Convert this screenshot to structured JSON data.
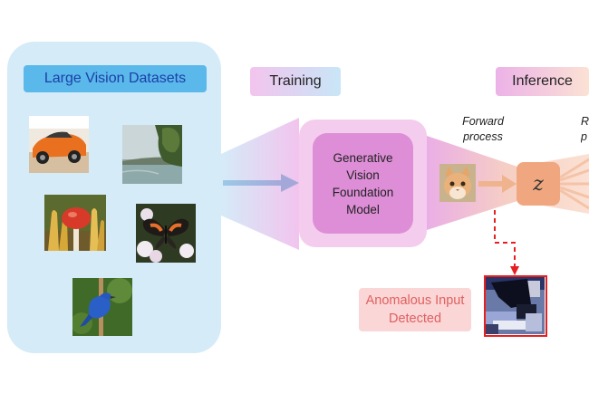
{
  "datasets": {
    "title": "Large Vision Datasets",
    "images": [
      "car-photo",
      "lake-photo",
      "mushroom-photo",
      "butterfly-photo",
      "bird-photo"
    ]
  },
  "training": {
    "label": "Training"
  },
  "inference": {
    "label": "Inference"
  },
  "model": {
    "label": "Generative Vision Foundation Model"
  },
  "forward": {
    "label": "Forward process",
    "image": "cat-photo"
  },
  "reverse": {
    "label_partial": "R p"
  },
  "latent": {
    "symbol": "z"
  },
  "anomaly": {
    "label": "Anomalous Input Detected",
    "image": "anomalous-photo"
  },
  "colors": {
    "panel": "#d5ebf8",
    "dataset_title": "#5ab8ea",
    "model_outer": "#f4cdee",
    "model_inner": "#dd8ed7",
    "latent": "#f0a67f",
    "anomaly_text": "#e06060",
    "anomaly_border": "#e62020"
  }
}
